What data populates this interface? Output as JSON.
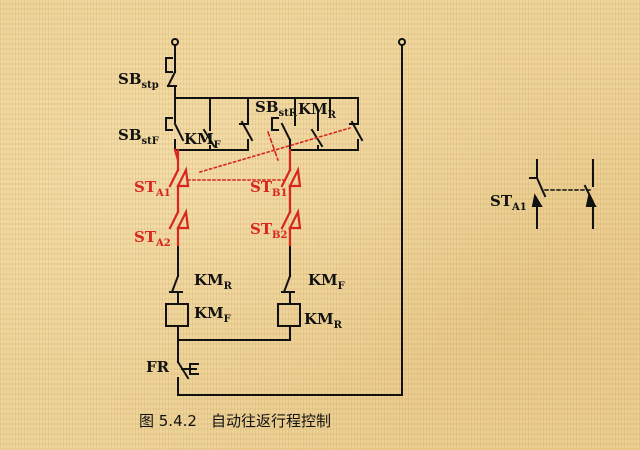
{
  "labels": {
    "sb_stp": {
      "main": "SB",
      "sub": "stp"
    },
    "sb_stf": {
      "main": "SB",
      "sub": "stF"
    },
    "km_f_top": {
      "main": "KM",
      "sub": "F"
    },
    "sb_str": {
      "main": "SB",
      "sub": "stR"
    },
    "km_r_top": {
      "main": "KM",
      "sub": "R"
    },
    "st_a1": {
      "main": "ST",
      "sub": "A1"
    },
    "st_a2": {
      "main": "ST",
      "sub": "A2"
    },
    "st_b1": {
      "main": "ST",
      "sub": "B1"
    },
    "st_b2": {
      "main": "ST",
      "sub": "B2"
    },
    "km_r_contact": {
      "main": "KM",
      "sub": "R"
    },
    "km_f_coil": {
      "main": "KM",
      "sub": "F"
    },
    "km_f_contact": {
      "main": "KM",
      "sub": "F"
    },
    "km_r_coil": {
      "main": "KM",
      "sub": "R"
    },
    "fr": "FR",
    "st_a1_detail": {
      "main": "ST",
      "sub": "A1"
    }
  },
  "caption": {
    "figure_no": "图 5.4.2",
    "title": "自动往返行程控制"
  },
  "colors": {
    "wire": "#111111",
    "limit_switch": "#d8261e",
    "background": "#f0d59a"
  }
}
